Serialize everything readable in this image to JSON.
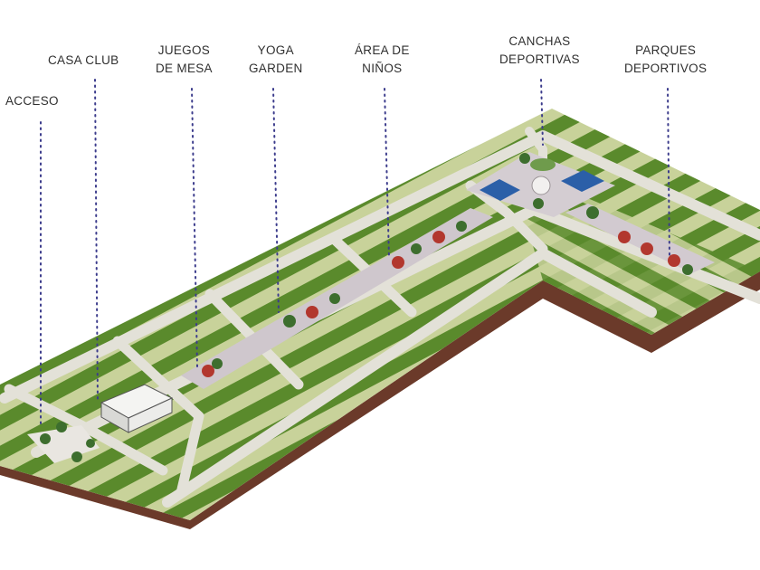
{
  "labels": [
    {
      "id": "acceso",
      "lines": [
        "ACCESO"
      ]
    },
    {
      "id": "casa-club",
      "lines": [
        "CASA CLUB"
      ]
    },
    {
      "id": "juegos",
      "lines": [
        "JUEGOS",
        "DE MESA"
      ]
    },
    {
      "id": "yoga",
      "lines": [
        "YOGA",
        "GARDEN"
      ]
    },
    {
      "id": "area",
      "lines": [
        "ÁREA DE",
        "NIÑOS"
      ]
    },
    {
      "id": "canchas",
      "lines": [
        "CANCHAS",
        "DEPORTIVAS"
      ]
    },
    {
      "id": "parques",
      "lines": [
        "PARQUES",
        "DEPORTIVOS"
      ]
    }
  ],
  "colors": {
    "grass_dark": "#5a8a2c",
    "grass_light": "#c8d29a",
    "road": "#e3e1d8",
    "edge": "#6b3a2a",
    "leader": "#3c3c8c",
    "plaza": "#c9c2c6",
    "court": "#2b5fa8",
    "planter": "#b2372e",
    "tree": "#3d6e2e"
  }
}
